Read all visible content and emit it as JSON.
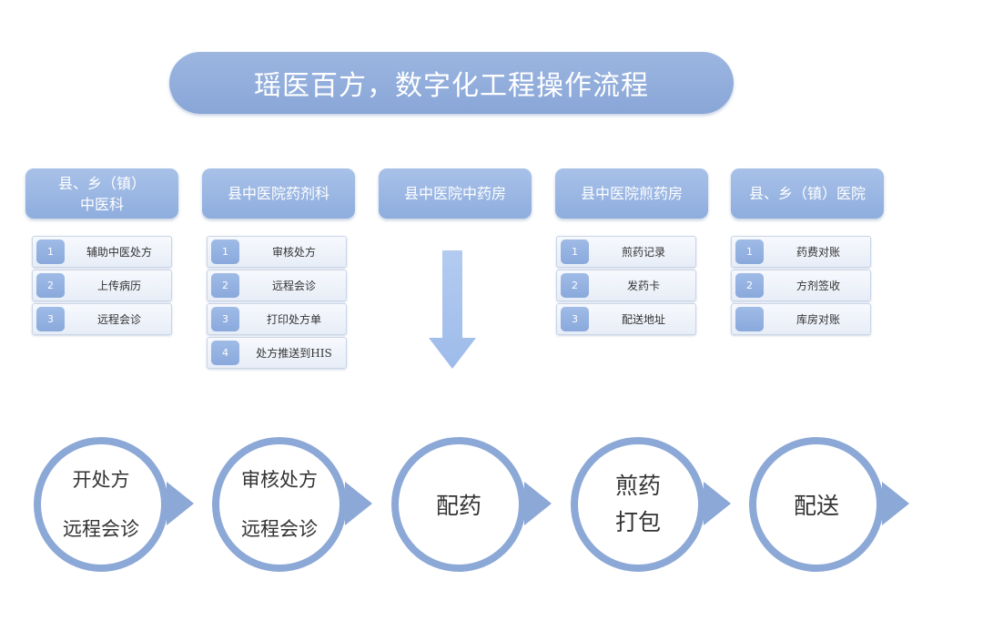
{
  "title": "瑶医百方，数字化工程操作流程",
  "columns": [
    {
      "header": [
        "县、乡（镇）",
        "中医科"
      ],
      "items": [
        {
          "num": "1",
          "label": "辅助中医处方"
        },
        {
          "num": "2",
          "label": "上传病历"
        },
        {
          "num": "3",
          "label": "远程会诊"
        }
      ]
    },
    {
      "header": [
        "县中医院药剂科"
      ],
      "items": [
        {
          "num": "1",
          "label": "审核处方"
        },
        {
          "num": "2",
          "label": "远程会诊"
        },
        {
          "num": "3",
          "label": "打印处方单"
        },
        {
          "num": "4",
          "label": "处方推送到HIS"
        }
      ]
    },
    {
      "header": [
        "县中医院中药房"
      ],
      "items": []
    },
    {
      "header": [
        "县中医院煎药房"
      ],
      "items": [
        {
          "num": "1",
          "label": "煎药记录"
        },
        {
          "num": "2",
          "label": "发药卡"
        },
        {
          "num": "3",
          "label": "配送地址"
        }
      ]
    },
    {
      "header": [
        "县、乡（镇）医院"
      ],
      "items": [
        {
          "num": "1",
          "label": "药费对账"
        },
        {
          "num": "2",
          "label": "方剂签收"
        },
        {
          "num": "",
          "label": "库房对账"
        }
      ]
    }
  ],
  "steps": [
    {
      "lines": [
        "开处方",
        "远程会诊"
      ],
      "style": "two-line"
    },
    {
      "lines": [
        "审核处方",
        "远程会诊"
      ],
      "style": "two-line"
    },
    {
      "lines": [
        "配药"
      ],
      "style": "single"
    },
    {
      "lines": [
        "煎药",
        "打包"
      ],
      "style": "tight"
    },
    {
      "lines": [
        "配送"
      ],
      "style": "single"
    }
  ],
  "colors": {
    "accent": "#8ca8d6",
    "header_fill": "#98b4e2",
    "arrow_fill": "#a9c4ee"
  }
}
